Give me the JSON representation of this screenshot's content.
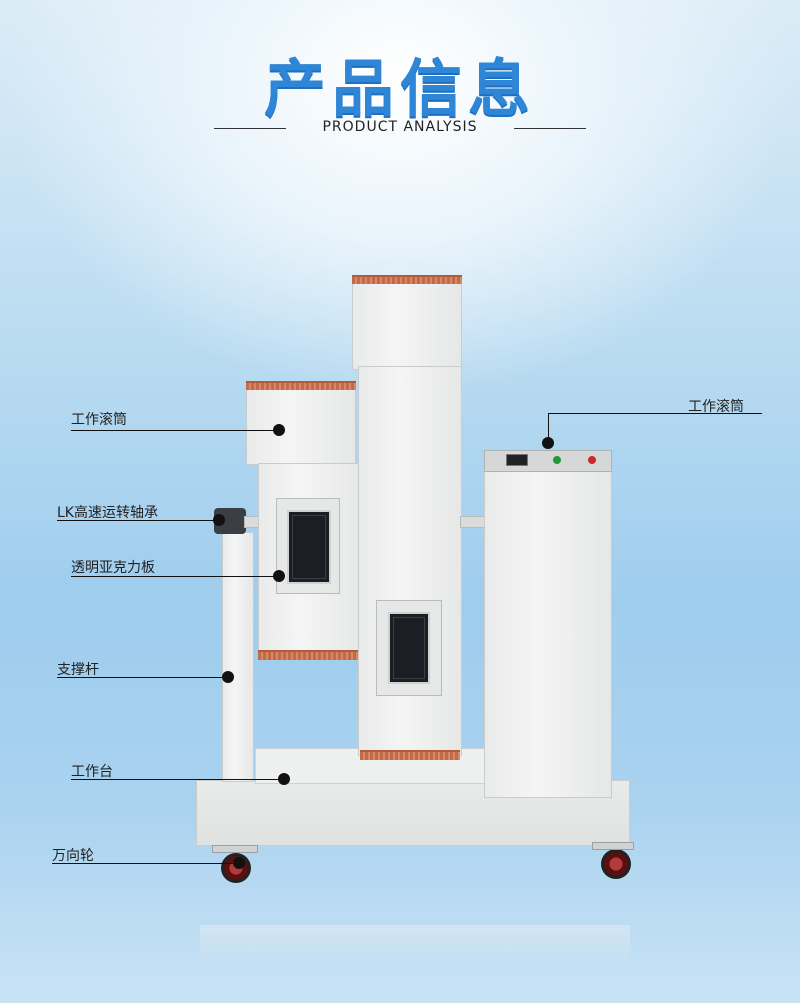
{
  "header": {
    "title": "产品信息",
    "subtitle": "PRODUCT ANALYSIS"
  },
  "callouts": {
    "drum_left": "工作滚筒",
    "drum_right": "工作滚筒",
    "bearing": "LK高速运转轴承",
    "acrylic": "透明亚克力板",
    "support_rod": "支撑杆",
    "worktable": "工作台",
    "caster": "万向轮"
  },
  "colors": {
    "title": "#2f86d6",
    "background_top": "#dcecf7",
    "background_mid": "#9fcdee",
    "machine_body": "#eceeed",
    "drum_copper": "#c97552"
  }
}
